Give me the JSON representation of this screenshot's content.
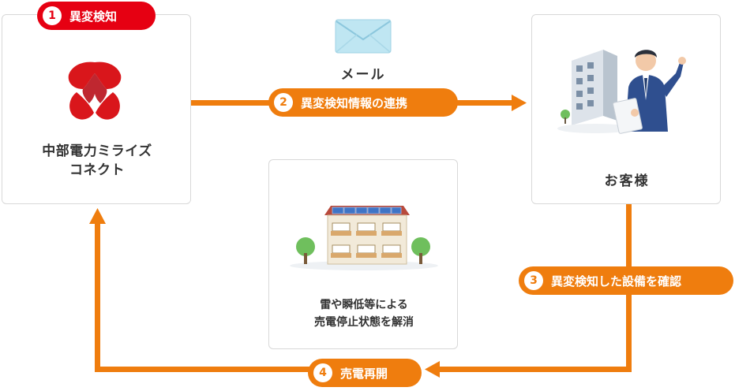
{
  "steps": [
    {
      "num": "1",
      "label": "異変検知",
      "color": "#e60012"
    },
    {
      "num": "2",
      "label": "異変検知情報の連携",
      "color": "#ef7d0e"
    },
    {
      "num": "3",
      "label": "異変検知した設備を確認",
      "color": "#ef7d0e"
    },
    {
      "num": "4",
      "label": "売電再開",
      "color": "#ef7d0e"
    }
  ],
  "company": {
    "name_line1": "中部電力ミライズ",
    "name_line2": "コネクト",
    "logo_icon": "chubu-logo-icon"
  },
  "mail": {
    "label": "メール",
    "icon": "envelope-icon"
  },
  "customer": {
    "label": "お客様",
    "icon": "businessman-building-icon"
  },
  "house": {
    "caption_line1": "雷や瞬低等による",
    "caption_line2": "売電停止状態を解消",
    "icon": "apartment-solar-icon"
  },
  "colors": {
    "accent": "#ef7d0e",
    "brand_red": "#e60012"
  }
}
